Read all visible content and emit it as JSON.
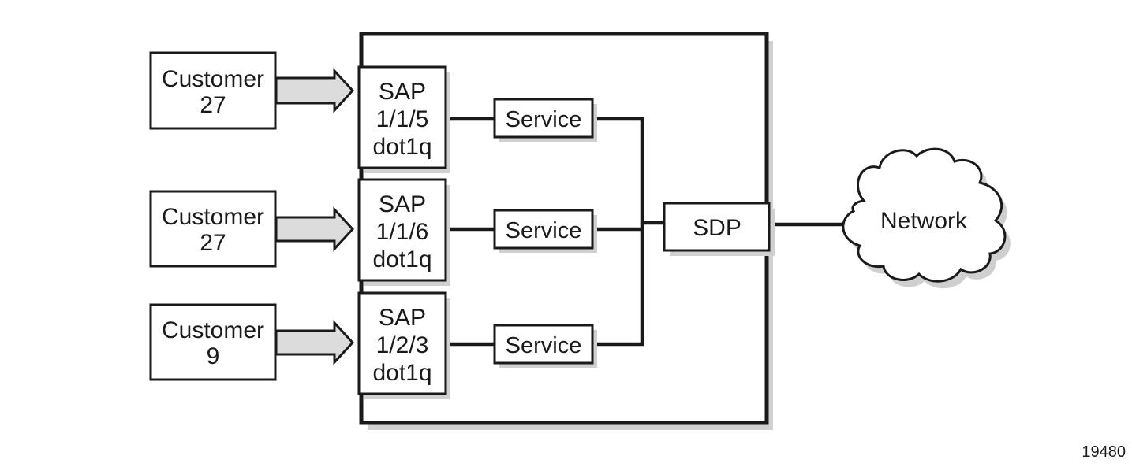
{
  "customers": [
    {
      "line1": "Customer",
      "line2": "27"
    },
    {
      "line1": "Customer",
      "line2": "27"
    },
    {
      "line1": "Customer",
      "line2": "9"
    }
  ],
  "saps": [
    {
      "line1": "SAP",
      "line2": "1/1/5",
      "line3": "dot1q"
    },
    {
      "line1": "SAP",
      "line2": "1/1/6",
      "line3": "dot1q"
    },
    {
      "line1": "SAP",
      "line2": "1/2/3",
      "line3": "dot1q"
    }
  ],
  "services": [
    "Service",
    "Service",
    "Service"
  ],
  "sdp": "SDP",
  "network": "Network",
  "figure_id": "19480"
}
